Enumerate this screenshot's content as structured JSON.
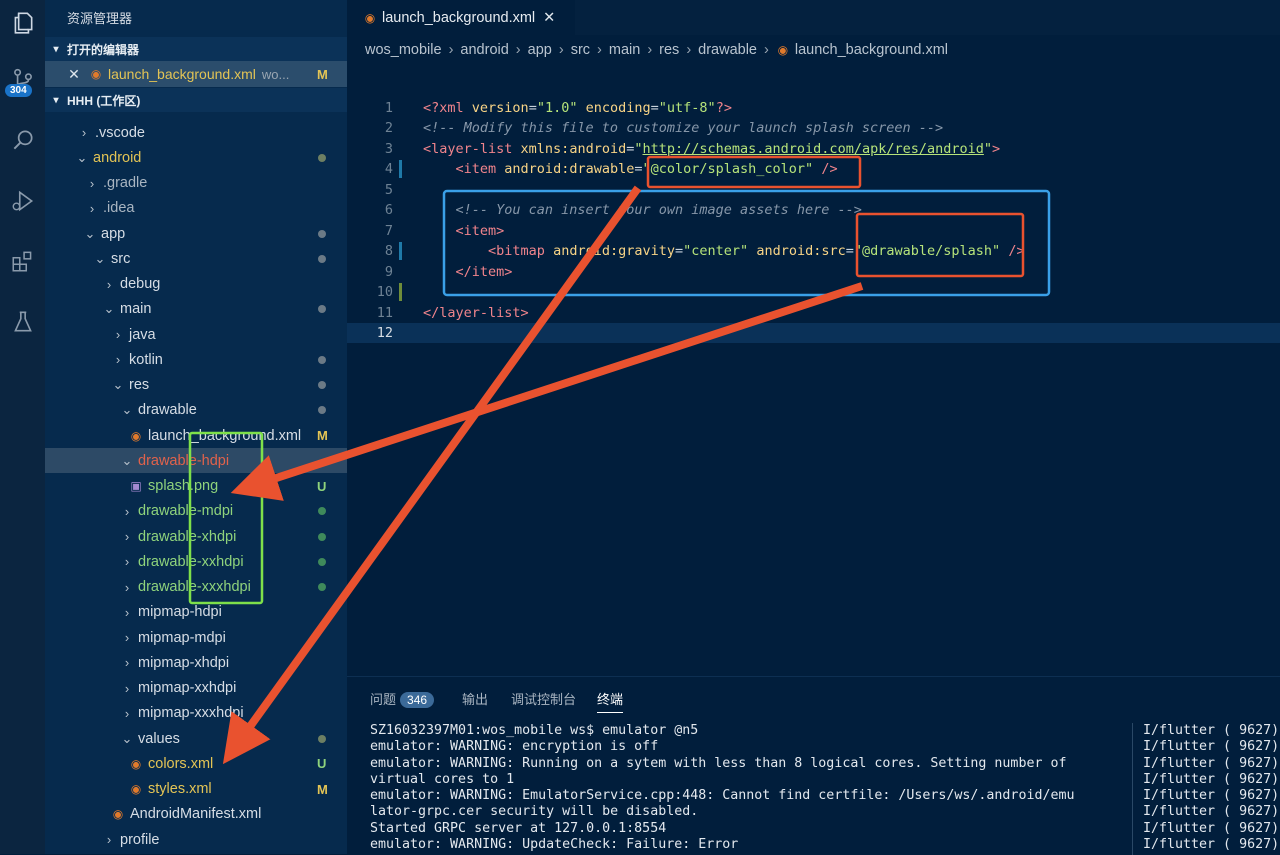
{
  "activity_bar": {
    "source_control_badge": "304"
  },
  "sidebar": {
    "title": "资源管理器",
    "open_editors_header": "打开的编辑器",
    "open_editor": {
      "name": "launch_background.xml",
      "path_hint": "wo...",
      "status": "M"
    },
    "workspace_header": "HHH (工作区)",
    "tree": [
      {
        "label": ".vscode",
        "twist": "›",
        "indent": 32,
        "color": "default"
      },
      {
        "label": "android",
        "twist": "⌄",
        "indent": 30,
        "color": "yellow",
        "dot": "olive"
      },
      {
        "label": ".gradle",
        "twist": "›",
        "indent": 40,
        "color": "dim"
      },
      {
        "label": ".idea",
        "twist": "›",
        "indent": 40,
        "color": "dim"
      },
      {
        "label": "app",
        "twist": "⌄",
        "indent": 38,
        "color": "default",
        "dot": "grey"
      },
      {
        "label": "src",
        "twist": "⌄",
        "indent": 48,
        "color": "default",
        "dot": "grey"
      },
      {
        "label": "debug",
        "twist": "›",
        "indent": 57,
        "color": "default"
      },
      {
        "label": "main",
        "twist": "⌄",
        "indent": 57,
        "color": "default",
        "dot": "grey"
      },
      {
        "label": "java",
        "twist": "›",
        "indent": 66,
        "color": "default"
      },
      {
        "label": "kotlin",
        "twist": "›",
        "indent": 66,
        "color": "default",
        "dot": "grey"
      },
      {
        "label": "res",
        "twist": "⌄",
        "indent": 66,
        "color": "default",
        "dot": "grey"
      },
      {
        "label": "drawable",
        "twist": "⌄",
        "indent": 75,
        "color": "default",
        "dot": "grey"
      },
      {
        "label": "launch_background.xml",
        "icon": "rss",
        "indent": 84,
        "color": "default",
        "status": "M",
        "status_color": "yellow"
      },
      {
        "label": "drawable-hdpi",
        "twist": "⌄",
        "indent": 75,
        "color": "red",
        "selected": true
      },
      {
        "label": "splash.png",
        "icon": "image",
        "indent": 84,
        "color": "green",
        "status": "U",
        "status_color": "green"
      },
      {
        "label": "drawable-mdpi",
        "twist": "›",
        "indent": 75,
        "color": "green",
        "dot": "green"
      },
      {
        "label": "drawable-xhdpi",
        "twist": "›",
        "indent": 75,
        "color": "green",
        "dot": "green"
      },
      {
        "label": "drawable-xxhdpi",
        "twist": "›",
        "indent": 75,
        "color": "green",
        "dot": "green"
      },
      {
        "label": "drawable-xxxhdpi",
        "twist": "›",
        "indent": 75,
        "color": "green",
        "dot": "green"
      },
      {
        "label": "mipmap-hdpi",
        "twist": "›",
        "indent": 75,
        "color": "default"
      },
      {
        "label": "mipmap-mdpi",
        "twist": "›",
        "indent": 75,
        "color": "default"
      },
      {
        "label": "mipmap-xhdpi",
        "twist": "›",
        "indent": 75,
        "color": "default"
      },
      {
        "label": "mipmap-xxhdpi",
        "twist": "›",
        "indent": 75,
        "color": "default"
      },
      {
        "label": "mipmap-xxxhdpi",
        "twist": "›",
        "indent": 75,
        "color": "default"
      },
      {
        "label": "values",
        "twist": "⌄",
        "indent": 75,
        "color": "default",
        "dot": "olive"
      },
      {
        "label": "colors.xml",
        "icon": "rss",
        "indent": 84,
        "color": "yellow",
        "status": "U",
        "status_color": "green"
      },
      {
        "label": "styles.xml",
        "icon": "rss",
        "indent": 84,
        "color": "yellow",
        "status": "M",
        "status_color": "yellow"
      },
      {
        "label": "AndroidManifest.xml",
        "icon": "rss",
        "indent": 66,
        "color": "default"
      },
      {
        "label": "profile",
        "twist": "›",
        "indent": 57,
        "color": "default"
      }
    ]
  },
  "editor": {
    "tab_label": "launch_background.xml",
    "breadcrumb": [
      "wos_mobile",
      "android",
      "app",
      "src",
      "main",
      "res",
      "drawable",
      "launch_background.xml"
    ],
    "lines": [
      "<?xml version=\"1.0\" encoding=\"utf-8\"?>",
      "<!-- Modify this file to customize your launch splash screen -->",
      "<layer-list xmlns:android=\"http://schemas.android.com/apk/res/android\">",
      "    <item android:drawable=\"@color/splash_color\" />",
      "",
      "    <!-- You can insert your own image assets here -->",
      "    <item>",
      "        <bitmap android:gravity=\"center\" android:src=\"@drawable/splash\" />",
      "    </item>",
      "",
      "</layer-list>",
      ""
    ]
  },
  "panel": {
    "tabs": [
      "问题",
      "输出",
      "调试控制台",
      "终端"
    ],
    "problems_count": "346",
    "terminal_lines": [
      "SZ16032397M01:wos_mobile ws$ emulator @n5",
      "emulator: WARNING: encryption is off",
      "emulator: WARNING: Running on a sytem with less than 8 logical cores. Setting number of",
      "virtual cores to 1",
      "emulator: WARNING: EmulatorService.cpp:448: Cannot find certfile: /Users/ws/.android/emu",
      "lator-grpc.cer security will be disabled.",
      "Started GRPC server at 127.0.0.1:8554",
      "emulator: WARNING: UpdateCheck: Failure: Error"
    ],
    "flutter_line": "I/flutter ( 9627):"
  },
  "colors": {
    "annotation_red": "#e9522f",
    "annotation_blue": "#3aa0e8",
    "annotation_green": "#7ee04a"
  }
}
